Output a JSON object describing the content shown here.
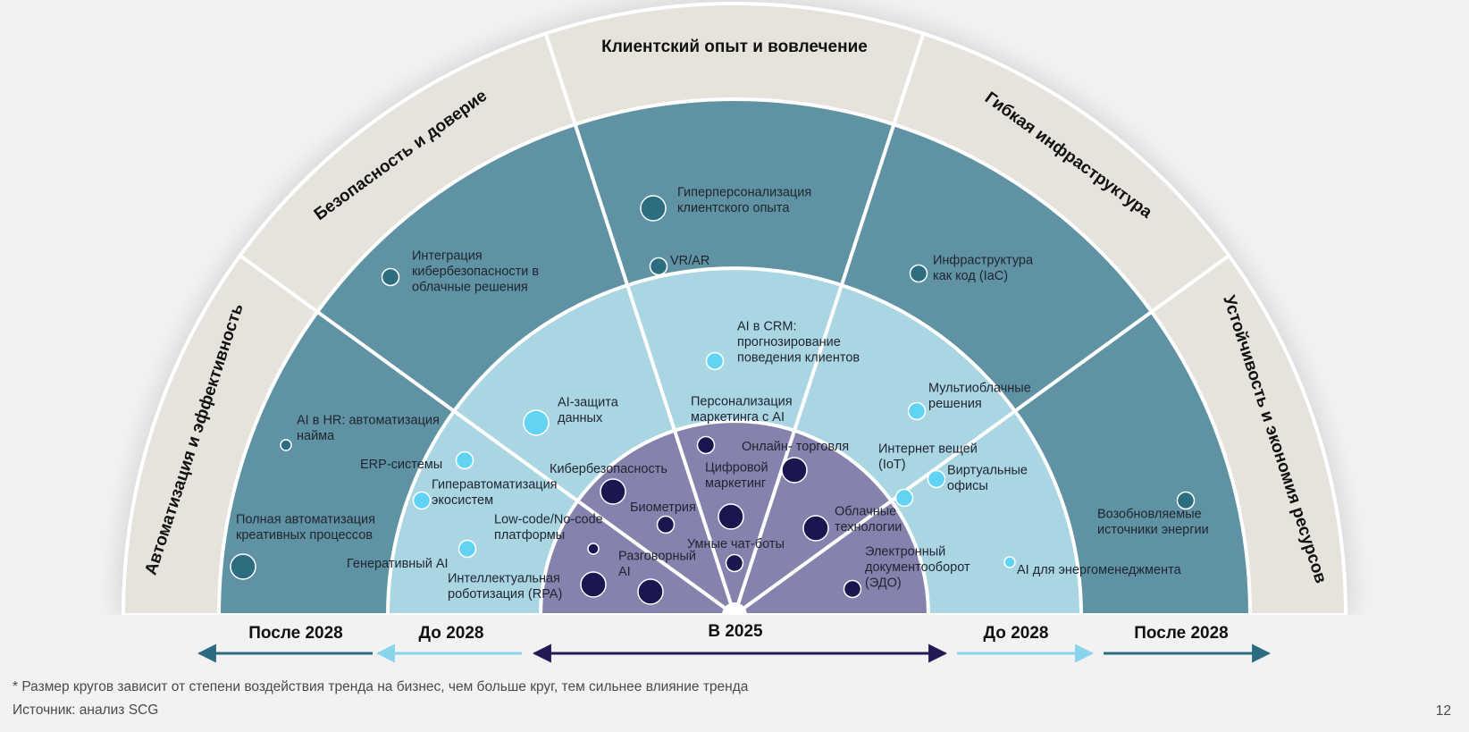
{
  "sectors": [
    {
      "title": "Автоматизация и эффективность"
    },
    {
      "title": "Безопасность и доверие"
    },
    {
      "title": "Клиентский опыт и вовлечение"
    },
    {
      "title": "Гибкая инфраструктура"
    },
    {
      "title": "Устойчивость и экономия ресурсов"
    }
  ],
  "horizons": {
    "left_outer": "После 2028",
    "left_middle": "До 2028",
    "center": "В 2025",
    "right_middle": "До 2028",
    "right_outer": "После 2028"
  },
  "colors": {
    "outer_ring": "#e6e3dd",
    "ring_after_2028": "#5f93a3",
    "ring_until_2028": "#a9d6e2",
    "core_2025": "#8582ad",
    "dot_after_2028": "#2c6d80",
    "dot_until_2028": "#61d3f3",
    "dot_2025": "#1c1650",
    "arrow_dark": "#221a55",
    "arrow_teal": "#2b6b80",
    "arrow_light": "#88d4ea"
  },
  "trends": [
    {
      "id": "ai-hr",
      "label": [
        "AI в HR: автоматизация",
        "найма"
      ],
      "horizon": "after_2028",
      "size": 1
    },
    {
      "id": "full-automation",
      "label": [
        "Полная автоматизация",
        "креативных процессов"
      ],
      "horizon": "after_2028",
      "size": 3
    },
    {
      "id": "erp",
      "label": [
        "ERP-системы"
      ],
      "horizon": "until_2028",
      "size": 2
    },
    {
      "id": "hyperautomation",
      "label": [
        "Гиперавтоматизация",
        "экосистем"
      ],
      "horizon": "until_2028",
      "size": 2
    },
    {
      "id": "gen-ai",
      "label": [
        "Генеративный AI"
      ],
      "horizon": "until_2028",
      "size": 2
    },
    {
      "id": "low-code",
      "label": [
        "Low-code/No-code",
        "платформы"
      ],
      "horizon": "2025",
      "size": 1
    },
    {
      "id": "rpa",
      "label": [
        "Интеллектуальная",
        "роботизация (RPA)"
      ],
      "horizon": "2025",
      "size": 3
    },
    {
      "id": "cyber-integration",
      "label": [
        "Интеграция",
        "кибербезопасности в",
        "облачные решения"
      ],
      "horizon": "after_2028",
      "size": 2
    },
    {
      "id": "ai-protection",
      "label": [
        "AI-защита",
        "данных"
      ],
      "horizon": "until_2028",
      "size": 3
    },
    {
      "id": "cybersecurity",
      "label": [
        "Кибербезопасность"
      ],
      "horizon": "2025",
      "size": 3
    },
    {
      "id": "biometrics",
      "label": [
        "Биометрия"
      ],
      "horizon": "2025",
      "size": 2
    },
    {
      "id": "conversational-ai",
      "label": [
        "Разговорный",
        "AI"
      ],
      "horizon": "2025",
      "size": 3
    },
    {
      "id": "hyperpersonalization",
      "label": [
        "Гиперперсонализация",
        "клиентского опыта"
      ],
      "horizon": "after_2028",
      "size": 3
    },
    {
      "id": "vr-ar",
      "label": [
        "VR/AR"
      ],
      "horizon": "after_2028",
      "size": 2
    },
    {
      "id": "ai-crm",
      "label": [
        "AI в CRM:",
        "прогнозирование",
        "поведения клиентов"
      ],
      "horizon": "until_2028",
      "size": 2
    },
    {
      "id": "ai-marketing",
      "label": [
        "Персонализация",
        "маркетинга с AI"
      ],
      "horizon": "2025",
      "size": 2
    },
    {
      "id": "digital-marketing",
      "label": [
        "Цифровой",
        "маркетинг"
      ],
      "horizon": "2025",
      "size": 3
    },
    {
      "id": "chatbots",
      "label": [
        "Умные чат-боты"
      ],
      "horizon": "2025",
      "size": 2
    },
    {
      "id": "ecommerce",
      "label": [
        "Онлайн- торговля"
      ],
      "horizon": "2025",
      "size": 3
    },
    {
      "id": "iac",
      "label": [
        "Инфраструктура",
        "как код (IaC)"
      ],
      "horizon": "after_2028",
      "size": 2
    },
    {
      "id": "multicloud",
      "label": [
        "Мультиоблачные",
        "решения"
      ],
      "horizon": "until_2028",
      "size": 2
    },
    {
      "id": "iot",
      "label": [
        "Интернет вещей",
        "(IoT)"
      ],
      "horizon": "until_2028",
      "size": 2
    },
    {
      "id": "virtual-offices",
      "label": [
        "Виртуальные",
        "офисы"
      ],
      "horizon": "until_2028",
      "size": 2
    },
    {
      "id": "cloud",
      "label": [
        "Облачные",
        "технологии"
      ],
      "horizon": "2025",
      "size": 3
    },
    {
      "id": "edo",
      "label": [
        "Электронный",
        "документооборот",
        "(ЭДО)"
      ],
      "horizon": "2025",
      "size": 2
    },
    {
      "id": "renewables",
      "label": [
        "Возобновляемые",
        "источники энергии"
      ],
      "horizon": "after_2028",
      "size": 2
    },
    {
      "id": "energy-management",
      "label": [
        "AI для энергоменеджмента"
      ],
      "horizon": "until_2028",
      "size": 1
    }
  ],
  "footnote": "* Размер кругов зависит от степени воздействия тренда на бизнес, чем больше круг, тем сильнее влияние тренда",
  "source": "Источник: анализ SCG",
  "page_number": "12"
}
